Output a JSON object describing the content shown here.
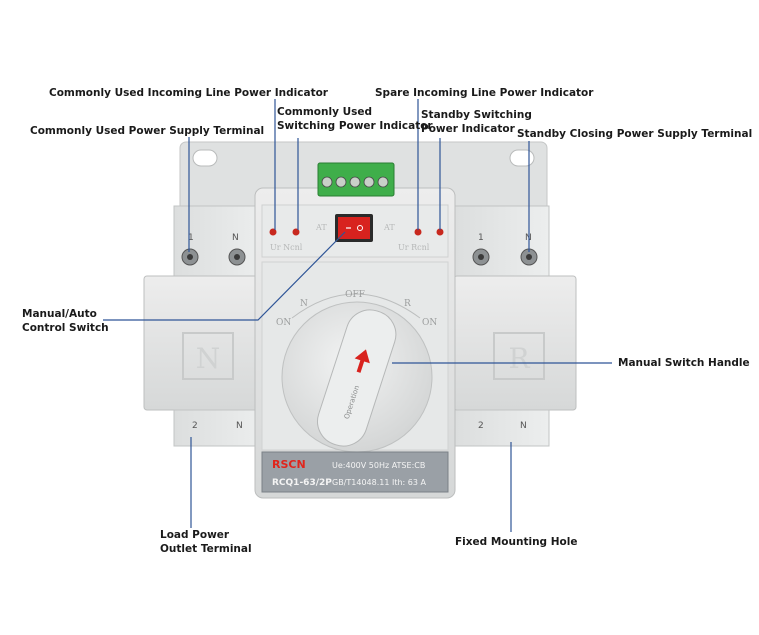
{
  "labels": {
    "common_incoming_indicator": "Commonly Used Incoming Line Power Indicator",
    "spare_incoming_indicator": "Spare Incoming Line Power Indicator",
    "common_switching_indicator_l1": "Commonly Used",
    "common_switching_indicator_l2": "Switching Power Indicator",
    "standby_switching_indicator_l1": "Standby Switching",
    "standby_switching_indicator_l2": "Power Indicator",
    "common_supply_terminal": "Commonly Used Power Supply Terminal",
    "standby_closing_terminal": "Standby Closing Power Supply Terminal",
    "manual_auto_switch_l1": "Manual/Auto",
    "manual_auto_switch_l2": "Control Switch",
    "manual_switch_handle": "Manual Switch Handle",
    "load_outlet_l1": "Load Power",
    "load_outlet_l2": "Outlet Terminal",
    "fixed_mounting_hole": "Fixed Mounting Hole"
  },
  "device": {
    "brand": "RSCN",
    "model": "RCQ1-63/2P",
    "rating_line1": "Ue:400V  50Hz  ATSE:CB",
    "rating_line2": "GB/T14048.11     Ith: 63  A",
    "panel_left_letter": "N",
    "panel_right_letter": "R",
    "terminal_labels": [
      "1",
      "N",
      "1",
      "N"
    ],
    "bottom_terminal_labels": [
      "2",
      "N",
      "2",
      "N"
    ],
    "indicator_left": "Ur  Ncnl",
    "indicator_right": "Ur  Rcnl",
    "at_left": "AT",
    "at_right": "AT",
    "dial_off": "OFF",
    "dial_left": "N",
    "dial_right": "R",
    "dial_on_left": "ON",
    "dial_on_right": "ON",
    "handle_text": "Operation",
    "colors": {
      "body": "#e4e6e6",
      "body_shadow": "#c9cbcb",
      "terminal_block": "#3fae4a",
      "switch_red": "#d8221e",
      "led_red": "#c8281e",
      "label_strip": "#9aa0a6",
      "brand_red": "#e0251c",
      "leader_line": "#2f5597"
    }
  }
}
